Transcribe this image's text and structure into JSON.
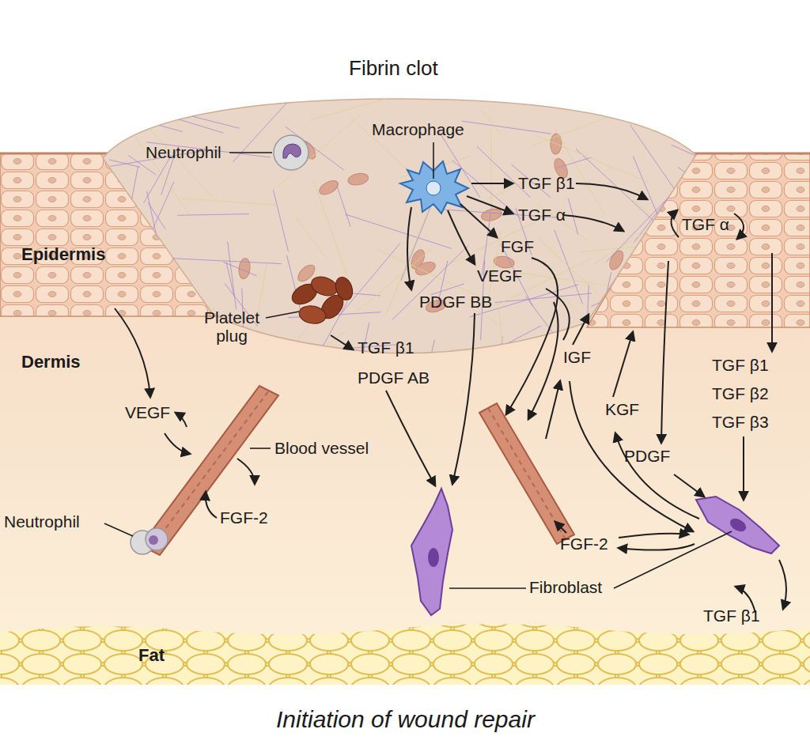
{
  "diagram": {
    "caption": "Initiation of wound repair",
    "labels": [
      "Fibrin clot",
      "Neutrophil",
      "Macrophage",
      "TGF β1",
      "TGF α",
      "FGF",
      "VEGF",
      "PDGF BB",
      "TGF α",
      "Epidermis",
      "Dermis",
      "Platelet plug",
      "TGF β1",
      "PDGF AB",
      "IGF",
      "KGF",
      "TGF β1",
      "TGF β2",
      "TGF β3",
      "VEGF",
      "Blood vessel",
      "PDGF",
      "Neutrophil",
      "FGF-2",
      "FGF-2",
      "Fibroblast",
      "TGF β1",
      "Fat"
    ]
  }
}
